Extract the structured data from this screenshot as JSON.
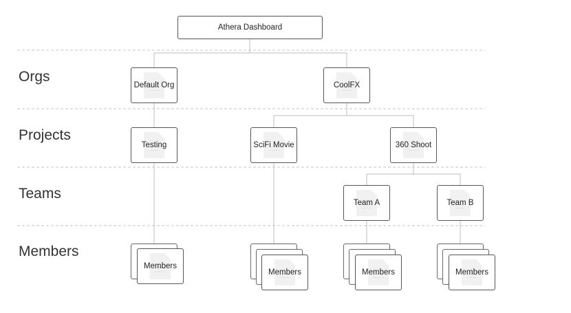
{
  "levels": {
    "orgs": "Orgs",
    "projects": "Projects",
    "teams": "Teams",
    "members": "Members"
  },
  "nodes": {
    "root": "Athera Dashboard",
    "default_org": "Default Org",
    "coolfx": "CoolFX",
    "testing": "Testing",
    "scifi_movie": "SciFi Movie",
    "shoot_360": "360 Shoot",
    "team_a": "Team A",
    "team_b": "Team B",
    "members": "Members"
  },
  "colors": {
    "line": "#bdbdbd",
    "divider": "#c4c4c4",
    "border": "#555555"
  }
}
